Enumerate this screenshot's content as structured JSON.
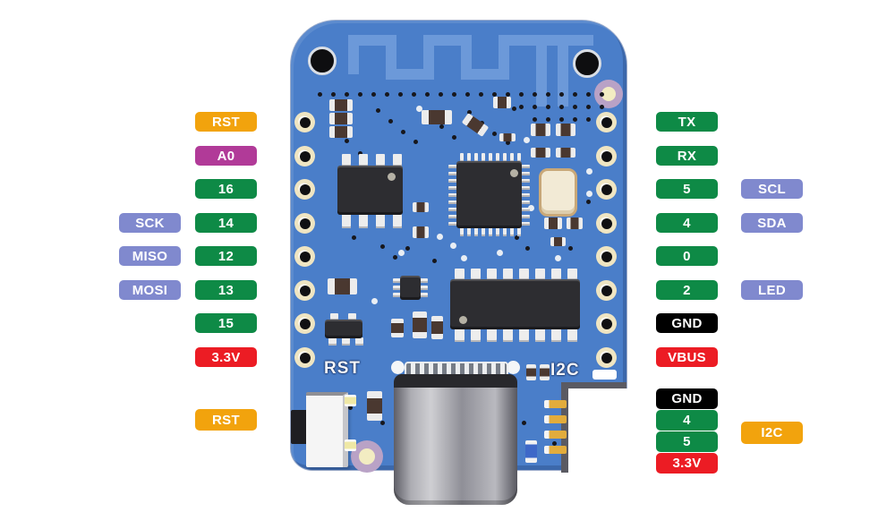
{
  "colors": {
    "green": "#0E8A46",
    "orange": "#F2A30D",
    "magenta": "#B13A98",
    "lavender": "#8089CE",
    "red": "#EC1C24",
    "black": "#000000",
    "board": "#4A7EC9",
    "trace": "#6C99D9"
  },
  "board": {
    "silkscreen_rst": "RST",
    "silkscreen_i2c": "I2C"
  },
  "pins": {
    "left": [
      {
        "label": "RST",
        "type": "orange"
      },
      {
        "label": "A0",
        "type": "magenta"
      },
      {
        "label": "16",
        "type": "green"
      },
      {
        "label": "14",
        "type": "green",
        "func": {
          "label": "SCK",
          "type": "lavender"
        }
      },
      {
        "label": "12",
        "type": "green",
        "func": {
          "label": "MISO",
          "type": "lavender"
        }
      },
      {
        "label": "13",
        "type": "green",
        "func": {
          "label": "MOSI",
          "type": "lavender"
        }
      },
      {
        "label": "15",
        "type": "green"
      },
      {
        "label": "3.3V",
        "type": "red"
      }
    ],
    "right": [
      {
        "label": "TX",
        "type": "green"
      },
      {
        "label": "RX",
        "type": "green"
      },
      {
        "label": "5",
        "type": "green",
        "func": {
          "label": "SCL",
          "type": "lavender"
        }
      },
      {
        "label": "4",
        "type": "green",
        "func": {
          "label": "SDA",
          "type": "lavender"
        }
      },
      {
        "label": "0",
        "type": "green"
      },
      {
        "label": "2",
        "type": "green",
        "func": {
          "label": "LED",
          "type": "lavender"
        }
      },
      {
        "label": "GND",
        "type": "black"
      },
      {
        "label": "VBUS",
        "type": "red"
      }
    ],
    "bottom_left": [
      {
        "label": "RST",
        "type": "orange"
      }
    ],
    "bottom_right": [
      {
        "label": "GND",
        "type": "black"
      },
      {
        "label": "4",
        "type": "green"
      },
      {
        "label": "5",
        "type": "green"
      },
      {
        "label": "3.3V",
        "type": "red"
      }
    ],
    "bottom_right_func": [
      {
        "label": "I2C",
        "type": "orange"
      }
    ]
  }
}
